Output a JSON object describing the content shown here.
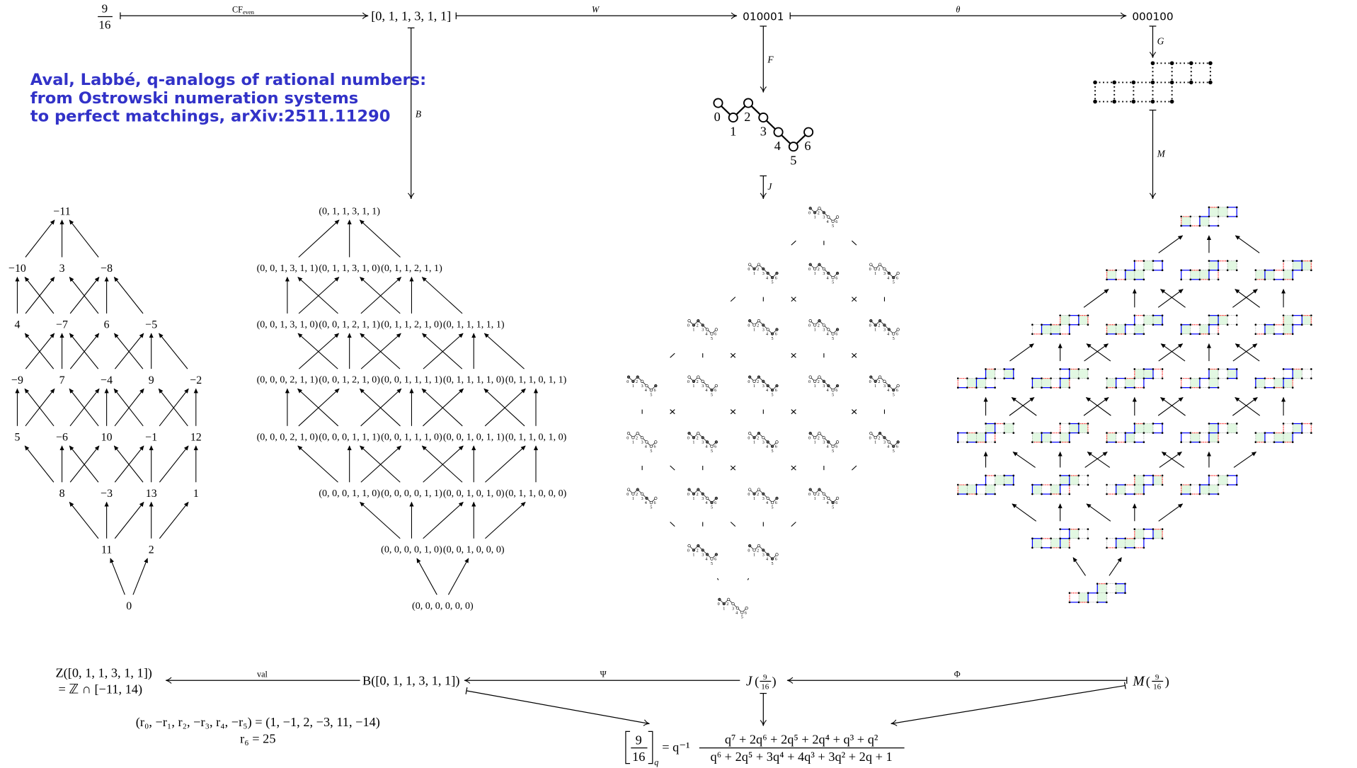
{
  "title": {
    "lines": [
      "Aval, Labbé, q-analogs of rational numbers:",
      "from Ostrowski numeration systems",
      "to perfect matchings, arXiv:2511.11290"
    ]
  },
  "colors": {
    "title": "#3232c8",
    "matching_blue": "#0000ff",
    "matching_red": "#ff0000",
    "tile_fill": "#e2f8e2"
  },
  "top_row": {
    "fraction": {
      "num": "9",
      "den": "16"
    },
    "cf_even": {
      "main": "CF",
      "sub": "even"
    },
    "continued_fraction": "[0, 1, 1, 3, 1, 1]",
    "map_W": "W",
    "word": "010001",
    "map_theta": "θ",
    "word2": "000100",
    "map_B": "B",
    "map_F": "F",
    "map_J": "J",
    "map_G": "G",
    "map_M": "M"
  },
  "dyck_path": {
    "vertex_labels": [
      "0",
      "1",
      "2",
      "3",
      "4",
      "5",
      "6"
    ]
  },
  "integer_lattice": {
    "labels": [
      "−11",
      "−10",
      "3",
      "−8",
      "4",
      "−7",
      "6",
      "−5",
      "−9",
      "7",
      "−4",
      "9",
      "−2",
      "5",
      "−6",
      "10",
      "−1",
      "12",
      "8",
      "−3",
      "13",
      "1",
      "11",
      "2",
      "0"
    ]
  },
  "tuple_lattice": {
    "labels": [
      "(0, 1, 1, 3, 1, 1)",
      "(0, 0, 1, 3, 1, 1)",
      "(0, 1, 1, 3, 1, 0)",
      "(0, 1, 1, 2, 1, 1)",
      "(0, 0, 1, 3, 1, 0)",
      "(0, 0, 1, 2, 1, 1)",
      "(0, 1, 1, 2, 1, 0)",
      "(0, 1, 1, 1, 1, 1)",
      "(0, 0, 0, 2, 1, 1)",
      "(0, 0, 1, 2, 1, 0)",
      "(0, 0, 1, 1, 1, 1)",
      "(0, 1, 1, 1, 1, 0)",
      "(0, 1, 1, 0, 1, 1)",
      "(0, 0, 0, 2, 1, 0)",
      "(0, 0, 0, 1, 1, 1)",
      "(0, 0, 1, 1, 1, 0)",
      "(0, 0, 1, 0, 1, 1)",
      "(0, 1, 1, 0, 1, 0)",
      "(0, 0, 0, 1, 1, 0)",
      "(0, 0, 0, 0, 1, 1)",
      "(0, 0, 1, 0, 1, 0)",
      "(0, 1, 1, 0, 0, 0)",
      "(0, 0, 0, 0, 1, 0)",
      "(0, 0, 1, 0, 0, 0)",
      "(0, 0, 0, 0, 0, 0)"
    ]
  },
  "cover_relations": [
    [
      1,
      0
    ],
    [
      2,
      0
    ],
    [
      3,
      0
    ],
    [
      4,
      1
    ],
    [
      4,
      2
    ],
    [
      5,
      1
    ],
    [
      5,
      3
    ],
    [
      6,
      2
    ],
    [
      6,
      3
    ],
    [
      7,
      3
    ],
    [
      8,
      5
    ],
    [
      9,
      4
    ],
    [
      9,
      5
    ],
    [
      9,
      6
    ],
    [
      10,
      5
    ],
    [
      10,
      7
    ],
    [
      11,
      6
    ],
    [
      11,
      7
    ],
    [
      12,
      7
    ],
    [
      13,
      8
    ],
    [
      13,
      9
    ],
    [
      14,
      8
    ],
    [
      14,
      10
    ],
    [
      15,
      9
    ],
    [
      15,
      10
    ],
    [
      15,
      11
    ],
    [
      16,
      10
    ],
    [
      16,
      12
    ],
    [
      17,
      11
    ],
    [
      17,
      12
    ],
    [
      18,
      13
    ],
    [
      18,
      14
    ],
    [
      18,
      15
    ],
    [
      19,
      14
    ],
    [
      19,
      16
    ],
    [
      20,
      15
    ],
    [
      20,
      16
    ],
    [
      20,
      17
    ],
    [
      21,
      17
    ],
    [
      22,
      18
    ],
    [
      22,
      19
    ],
    [
      22,
      20
    ],
    [
      23,
      20
    ],
    [
      23,
      21
    ],
    [
      24,
      22
    ],
    [
      24,
      23
    ]
  ],
  "bottom": {
    "integer_set": {
      "line1": "Z([0, 1, 1, 3, 1, 1])",
      "line2": "= ℤ ∩ [−11, 14)"
    },
    "map_val": "val",
    "bases": "B([0, 1, 1, 3, 1, 1])",
    "map_Psi": "Ψ",
    "J_node": {
      "symbol": "J",
      "num": "9",
      "den": "16"
    },
    "map_Phi": "Φ",
    "M_node": {
      "symbol": "M",
      "num": "9",
      "den": "16"
    },
    "remainders": {
      "line1": "(r₀, −r₁, r₂, −r₃, r₄, −r₅) = (1, −1, 2, −3, 11, −14)",
      "line2": "r₆ = 25"
    },
    "q_analog": {
      "num": "9",
      "den": "16",
      "sub": "q",
      "prefix": "= q⁻¹",
      "numerator": "q⁷ + 2q⁶ + 2q⁵ + 2q⁴ + q³ + q²",
      "denominator": "q⁶ + 2q⁵ + 3q⁴ + 4q³ + 3q² + 2q + 1"
    }
  }
}
